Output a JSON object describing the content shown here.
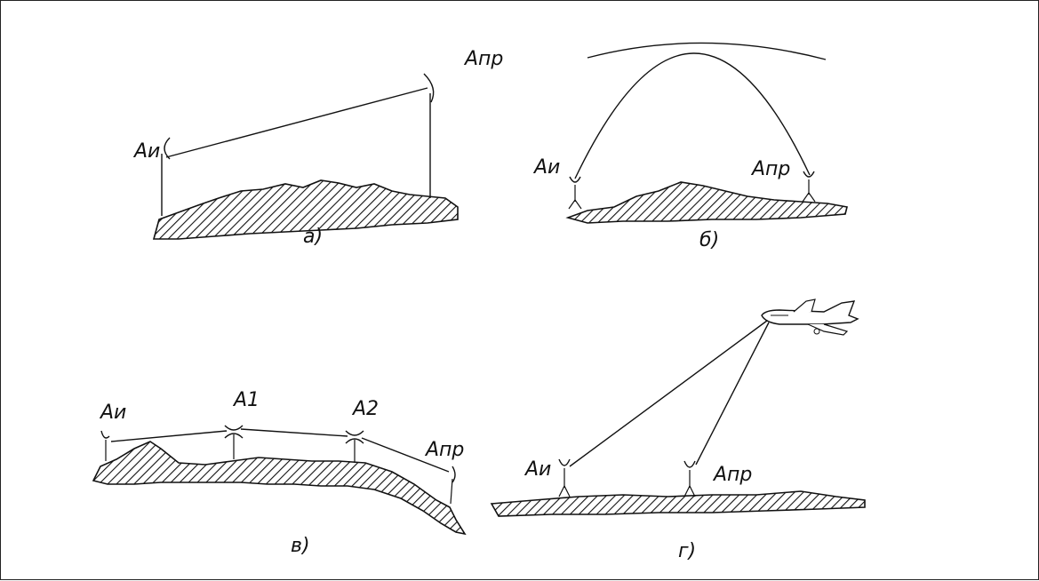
{
  "panels": {
    "a": {
      "caption": "а)",
      "tx_label": "Аи",
      "rx_label": "Апр"
    },
    "b": {
      "caption": "б)",
      "tx_label": "Аи",
      "rx_label": "Апр"
    },
    "v": {
      "caption": "в)",
      "tx_label": "Аи",
      "relay1_label": "А1",
      "relay2_label": "А2",
      "rx_label": "Апр"
    },
    "g": {
      "caption": "г)",
      "tx_label": "Аи",
      "rx_label": "Апр"
    }
  },
  "colors": {
    "ink": "#111111",
    "background": "#ffffff"
  },
  "icons": {
    "antenna": "antenna-icon",
    "aircraft": "airplane-icon"
  }
}
